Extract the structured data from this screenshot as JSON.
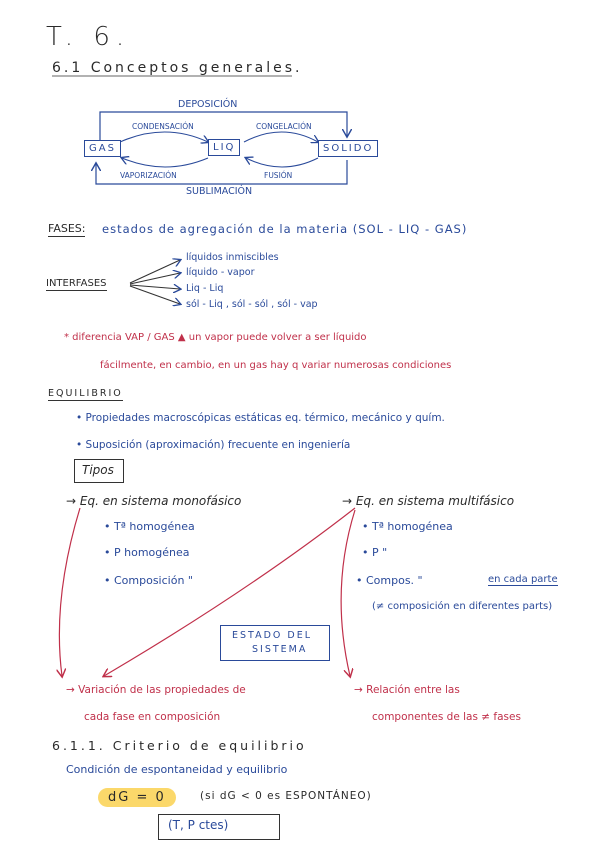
{
  "header": {
    "title": "T. 6.",
    "section": "6.1  Conceptos generales."
  },
  "diagram": {
    "nodes": {
      "gas": "GAS",
      "liq": "LIQ",
      "solid": "SOLIDO"
    },
    "edges": {
      "deposicion": "DEPOSICIÓN",
      "condensacion": "CONDENSACIÓN",
      "congelacion": "CONGELACIÓN",
      "vaporizacion": "VAPORIZACIÓN",
      "fusion": "FUSIÓN",
      "sublimacion": "SUBLIMACIÓN"
    }
  },
  "fases": {
    "label": "FASES:",
    "text": "estados de agregación de la materia (SOL - LIQ - GAS)"
  },
  "interfases": {
    "label": "INTERFASES",
    "items": [
      "líquidos inmiscibles",
      "líquido - vapor",
      "Liq - Liq",
      "sól - Liq , sól - sól , sól - vap"
    ]
  },
  "note": {
    "line1": "* diferencia  VAP / GAS ▲ un vapor puede volver a ser líquido",
    "line2": "fácilmente, en cambio, en un gas hay q variar numerosas condiciones"
  },
  "equilibrio": {
    "heading": "EQUILIBRIO",
    "bullets": [
      "• Propiedades macroscópicas estáticas  eq. térmico, mecánico y quím.",
      "• Suposición (aproximación) frecuente en ingeniería"
    ],
    "tipos_label": "Tipos"
  },
  "columns": {
    "left": {
      "head": "→ Eq. en sistema monofásico",
      "items": [
        "• Tª homogénea",
        "• P homogénea",
        "• Composición \""
      ]
    },
    "right": {
      "head": "→ Eq. en sistema multifásico",
      "items": [
        "• Tª homogénea",
        "• P \"",
        "• Compos. \"",
        "(≠ composición en diferentes parts)"
      ],
      "compos_extra": "en cada parte"
    }
  },
  "estado": {
    "line1": "ESTADO DEL",
    "line2": "SISTEMA"
  },
  "results": {
    "left_l1": "→ Variación de las propiedades de",
    "left_l2": "cada fase en composición",
    "right_l1": "→ Relación entre las",
    "right_l2": "componentes de las ≠ fases"
  },
  "criterio": {
    "heading": "6.1.1.  Criterio de equilibrio",
    "line": "Condición de espontaneidad y equilibrio",
    "formula": "dG = 0",
    "note": "(si dG < 0 es ESPONTÁNEO)",
    "boxed": "(T, P ctes)"
  },
  "colors": {
    "ink_blue": "#2a4a9a",
    "ink_red": "#c0304a",
    "highlight": "#fbd86a"
  }
}
